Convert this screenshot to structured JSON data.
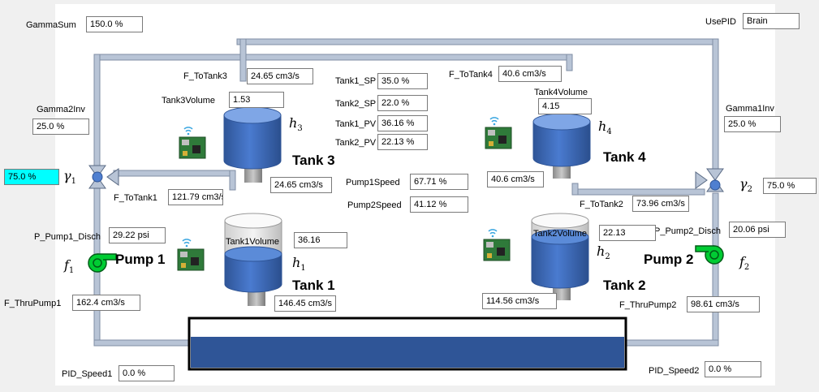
{
  "colors": {
    "pipe_fill": "#b8c4d6",
    "pipe_stroke": "#7f8ea4",
    "tank_blue": "#4472c4",
    "tank_dark": "#2f5597",
    "reservoir_water": "#2f5597",
    "pump_green": "#00cc33",
    "valve_blue": "#4f7fd0",
    "highlight_cyan": "#00ffff"
  },
  "labels": {
    "gamma_sum": "GammaSum",
    "use_pid": "UsePID",
    "gamma2_inv": "Gamma2Inv",
    "gamma1_inv": "Gamma1Inv",
    "f_to_tank3": "F_ToTank3",
    "f_to_tank4": "F_ToTank4",
    "tank3_volume": "Tank3Volume",
    "tank4_volume": "Tank4Volume",
    "tank1_sp": "Tank1_SP",
    "tank2_sp": "Tank2_SP",
    "tank1_pv": "Tank1_PV",
    "tank2_pv": "Tank2_PV",
    "pump1_speed": "Pump1Speed",
    "pump2_speed": "Pump2Speed",
    "f_to_tank1": "F_ToTank1",
    "f_to_tank2": "F_ToTank2",
    "p_pump1_disch": "P_Pump1_Disch",
    "p_pump2_disch": "P_Pump2_Disch",
    "tank1_volume": "Tank1Volume",
    "tank2_volume": "Tank2Volume",
    "f_thru_pump1": "F_ThruPump1",
    "f_thru_pump2": "F_ThruPump2",
    "pid_speed1": "PID_Speed1",
    "pid_speed2": "PID_Speed2"
  },
  "values": {
    "gamma_sum": "150.0 %",
    "use_pid": "Brain",
    "gamma2_inv": "25.0 %",
    "gamma1_inv": "25.0 %",
    "gamma1": "75.0 %",
    "gamma2": "75.0 %",
    "f_to_tank3": "24.65 cm3/s",
    "f_to_tank4": "40.6 cm3/s",
    "tank3_volume": "1.53",
    "tank4_volume": "4.15",
    "tank1_sp": "35.0 %",
    "tank2_sp": "22.0 %",
    "tank1_pv": "36.16 %",
    "tank2_pv": "22.13 %",
    "pump1_speed": "67.71 %",
    "pump2_speed": "41.12 %",
    "tank3_outflow": "24.65 cm3/s",
    "tank4_outflow": "40.6 cm3/s",
    "f_to_tank1": "121.79 cm3/s",
    "f_to_tank2": "73.96 cm3/s",
    "p_pump1_disch": "29.22 psi",
    "p_pump2_disch": "20.06 psi",
    "tank1_volume": "36.16",
    "tank2_volume": "22.13",
    "tank1_outflow": "146.45 cm3/s",
    "tank2_outflow": "114.56 cm3/s",
    "f_thru_pump1": "162.4 cm3/s",
    "f_thru_pump2": "98.61 cm3/s",
    "pid_speed1": "0.0 %",
    "pid_speed2": "0.0 %"
  },
  "tanks": {
    "tank1": {
      "name": "Tank 1",
      "symbol": "h",
      "sub": "1"
    },
    "tank2": {
      "name": "Tank 2",
      "symbol": "h",
      "sub": "2"
    },
    "tank3": {
      "name": "Tank 3",
      "symbol": "h",
      "sub": "3"
    },
    "tank4": {
      "name": "Tank 4",
      "symbol": "h",
      "sub": "4"
    }
  },
  "pumps": {
    "pump1": {
      "name": "Pump 1",
      "symbol": "f",
      "sub": "1"
    },
    "pump2": {
      "name": "Pump 2",
      "symbol": "f",
      "sub": "2"
    }
  },
  "valves": {
    "valve1": {
      "symbol": "γ",
      "sub": "1"
    },
    "valve2": {
      "symbol": "γ",
      "sub": "2"
    }
  },
  "icons": {
    "device": "raspberry-pi-wifi-icon"
  }
}
